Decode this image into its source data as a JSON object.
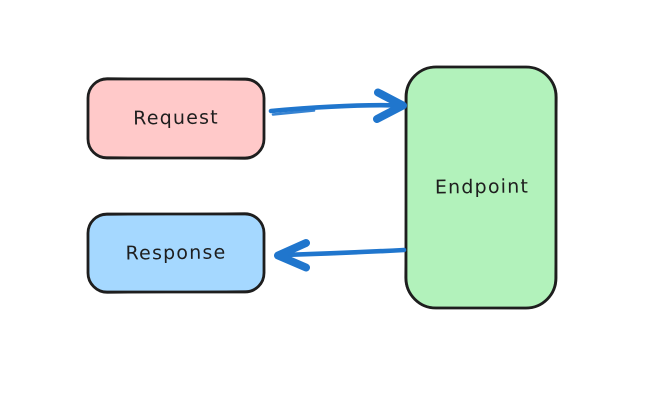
{
  "diagram": {
    "background_color": "#ffffff",
    "outline_color": "#1e1e1e",
    "arrow_color": "#2076cd",
    "nodes": {
      "request": {
        "label": "Request",
        "fill": "#ffc9c9"
      },
      "response": {
        "label": "Response",
        "fill": "#a5d8ff"
      },
      "endpoint": {
        "label": "Endpoint",
        "fill": "#b2f2bb"
      }
    },
    "edges": [
      {
        "from": "Request",
        "to": "Endpoint",
        "direction": "right"
      },
      {
        "from": "Endpoint",
        "to": "Response",
        "direction": "left"
      }
    ]
  }
}
